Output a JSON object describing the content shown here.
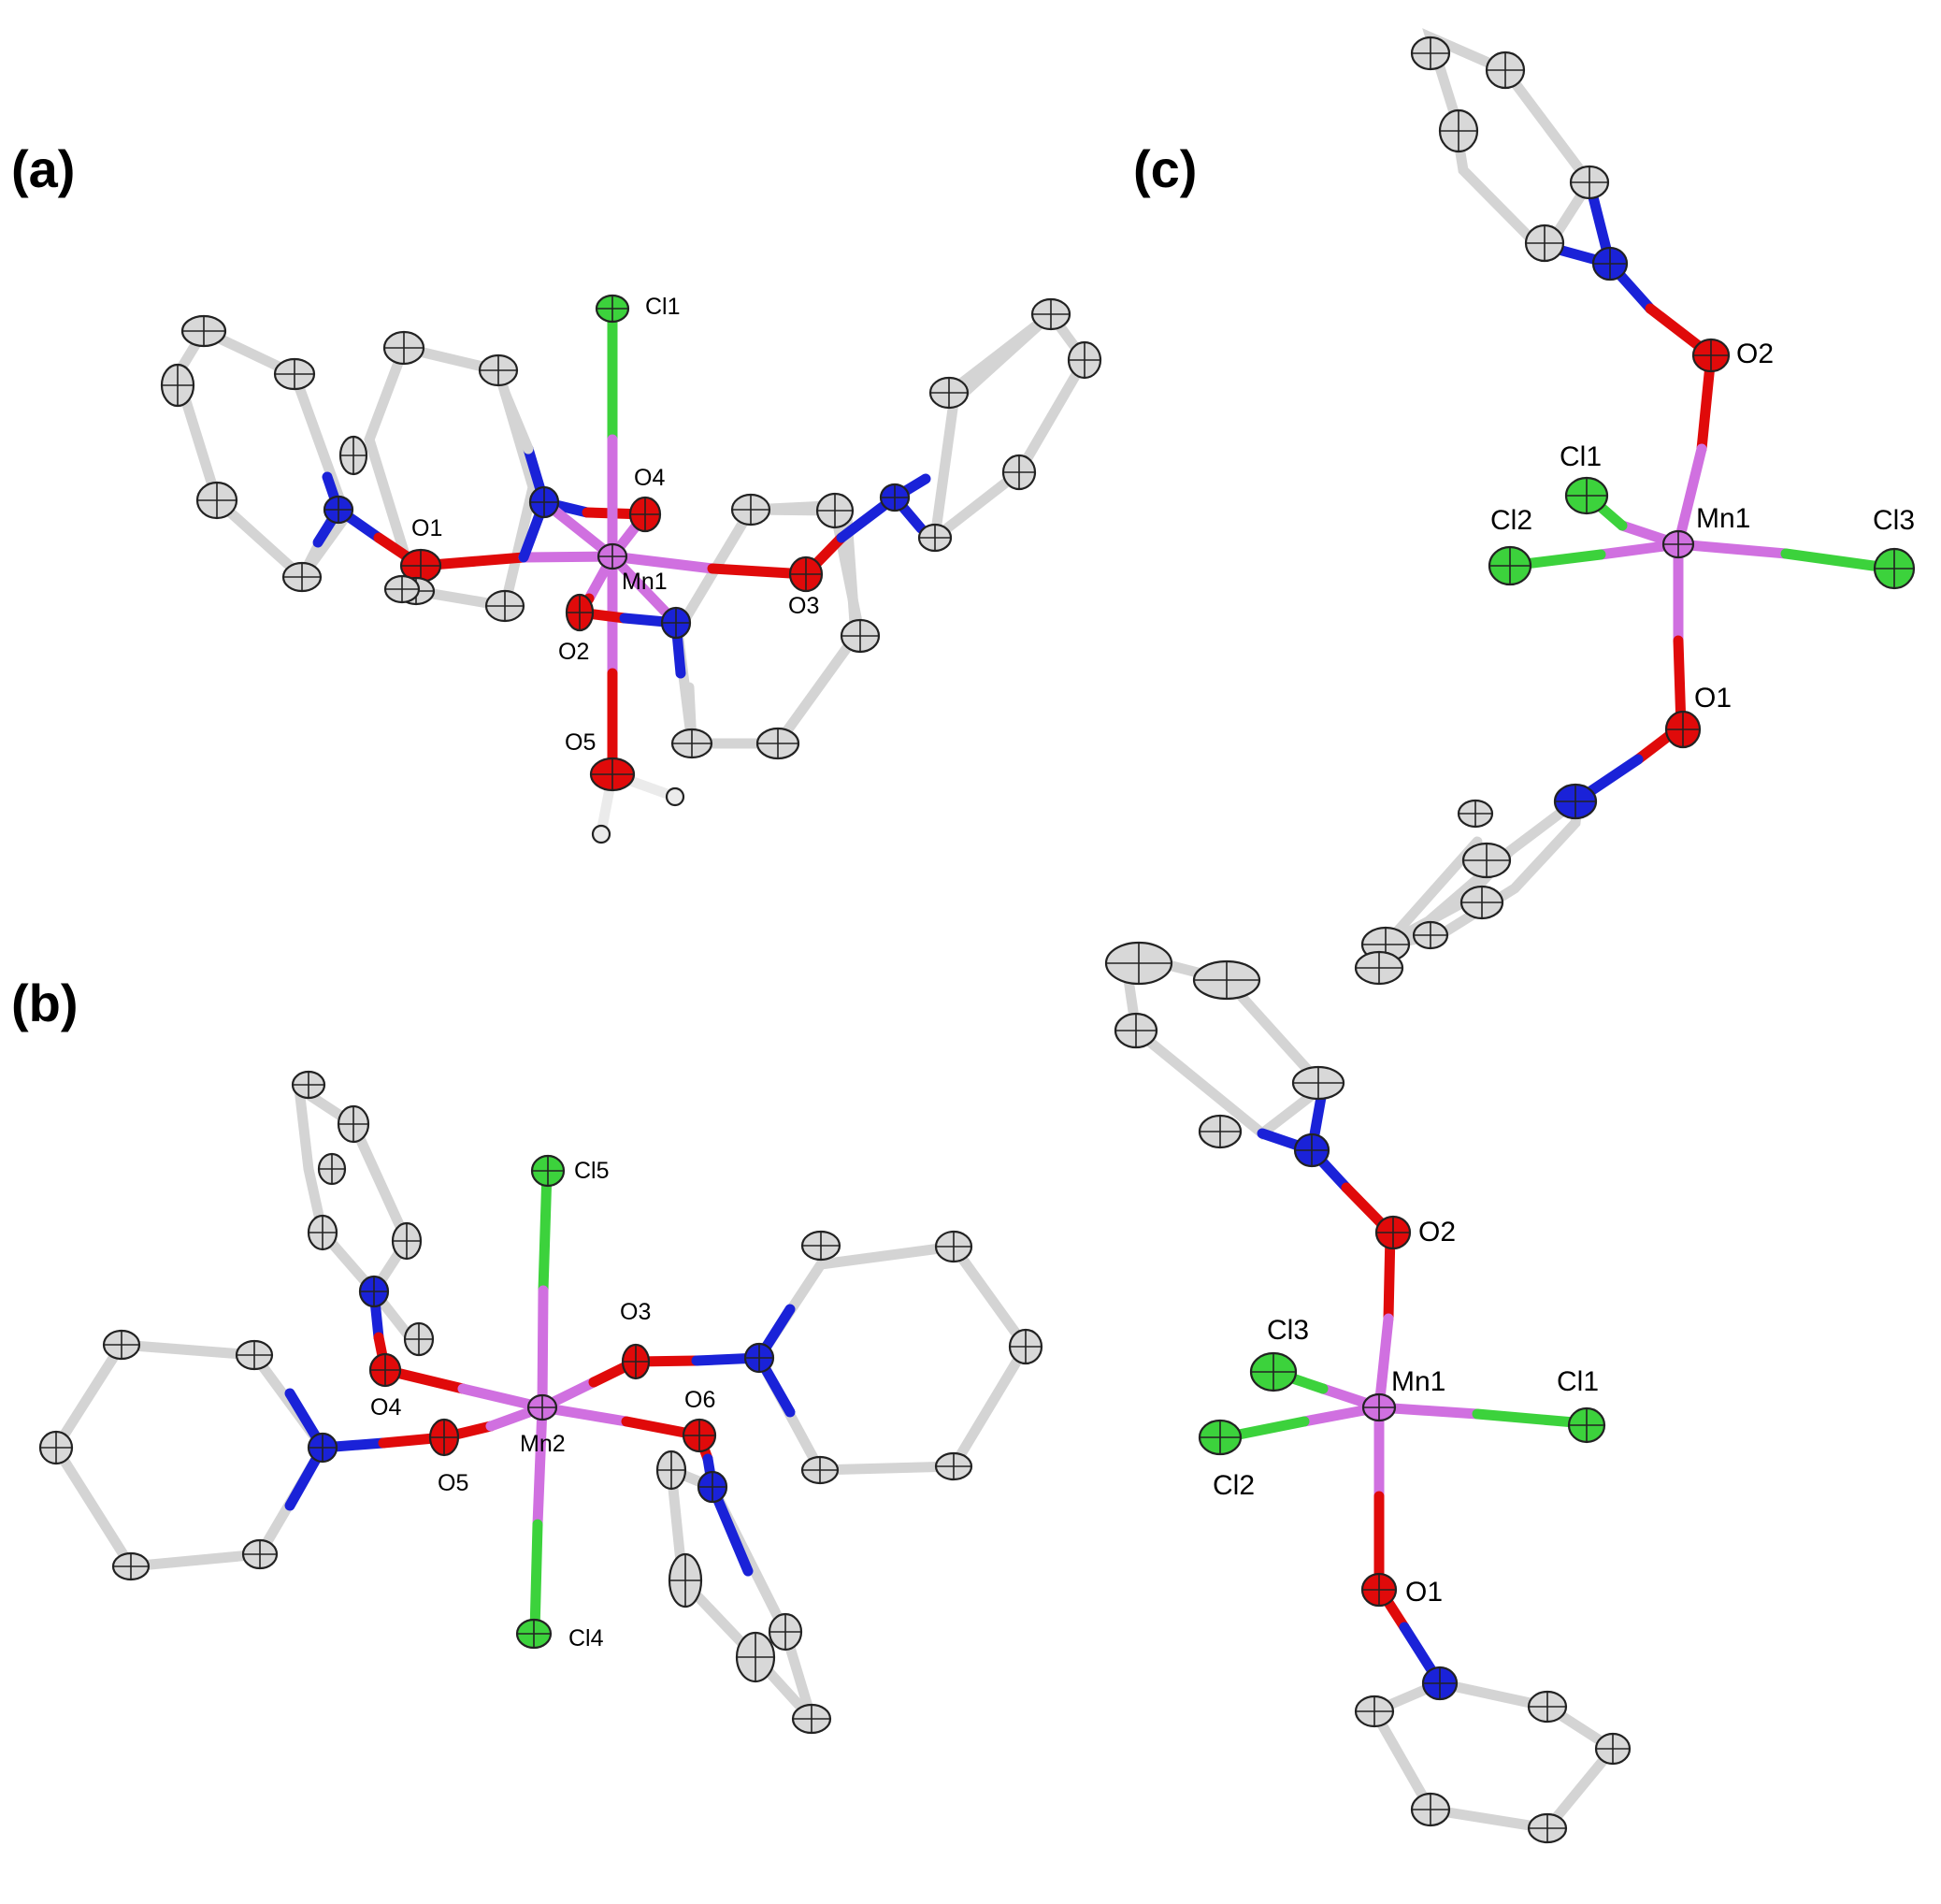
{
  "colors": {
    "Mn": "#d070e0",
    "Cl": "#3cd23c",
    "O": "#e00a0a",
    "N": "#1a22d8",
    "C": "#d8d8d8",
    "H": "#ebebeb",
    "bond_C": "#d4d4d4"
  },
  "panels": {
    "a": {
      "label": "(a)",
      "atoms": {
        "Cl1": "Cl1",
        "O1": "O1",
        "O2": "O2",
        "O3": "O3",
        "O4": "O4",
        "O5": "O5",
        "Mn1": "Mn1"
      }
    },
    "b": {
      "label": "(b)",
      "atoms": {
        "Cl5": "Cl5",
        "Cl4": "Cl4",
        "O3": "O3",
        "O4": "O4",
        "O5": "O5",
        "O6": "O6",
        "Mn2": "Mn2"
      }
    },
    "c": {
      "label": "(c)",
      "upper": {
        "O2": "O2",
        "Cl1": "Cl1",
        "Cl2": "Cl2",
        "Mn1": "Mn1",
        "Cl3": "Cl3",
        "O1": "O1"
      },
      "lower": {
        "O2": "O2",
        "Cl3": "Cl3",
        "Mn1": "Mn1",
        "Cl1": "Cl1",
        "Cl2": "Cl2",
        "O1": "O1"
      }
    }
  }
}
